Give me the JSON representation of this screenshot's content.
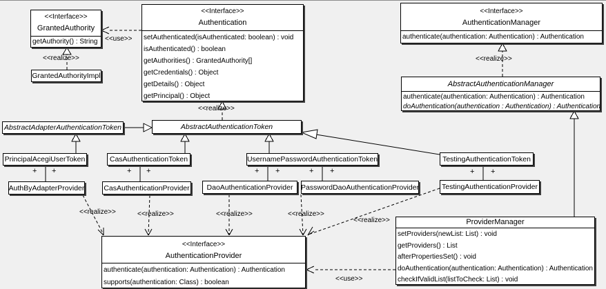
{
  "colors": {
    "background": "#f0f0f0",
    "box_fill": "#ffffff",
    "line": "#000000",
    "box_shadow": "#3e3e3e"
  },
  "connectors": {
    "realize_label": "<<realize>>",
    "use_label": "<<use>>",
    "plus_label": "+"
  },
  "classes": {
    "granted_authority": {
      "stereotype": "<<Interface>>",
      "name": "GrantedAuthority",
      "methods": [
        "getAuthority() : String"
      ]
    },
    "granted_authority_impl": {
      "name": "GrantedAuthorityImpl"
    },
    "authentication": {
      "stereotype": "<<Interface>>",
      "name": "Authentication",
      "methods": [
        "setAuthenticated(isAuthenticated: boolean) : void",
        "isAuthenticated() : boolean",
        "getAuthorities() : GrantedAuthority[]",
        "getCredentials() : Object",
        "getDetails() : Object",
        "getPrincipal() : Object"
      ]
    },
    "authentication_manager": {
      "stereotype": "<<Interface>>",
      "name": "AuthenticationManager",
      "methods": [
        "authenticate(authentication: Authentication) : Authentication"
      ]
    },
    "abstract_authentication_manager": {
      "name": "AbstractAuthenticationManager",
      "methods": [
        "authenticate(authentication: Authentication) : Authentication",
        "doAuthentication(authentication : Authentication) : Authentication"
      ]
    },
    "abstract_adapter_authentication_token": {
      "name": "AbstractAdapterAuthenticationToken"
    },
    "abstract_authentication_token": {
      "name": "AbstractAuthenticationToken"
    },
    "principal_acegi_user_token": {
      "name": "PrincipalAcegiUserToken"
    },
    "cas_authentication_token": {
      "name": "CasAuthenticationToken"
    },
    "username_password_authentication_token": {
      "name": "UsernamePasswordAuthenticationToken"
    },
    "testing_authentication_token": {
      "name": "TestingAuthenticationToken"
    },
    "auth_by_adapter_provider": {
      "name": "AuthByAdapterProvider"
    },
    "cas_authentication_provider": {
      "name": "CasAuthenticationProvider"
    },
    "dao_authentication_provider": {
      "name": "DaoAuthenticationProvider"
    },
    "password_dao_authentication_provider": {
      "name": "PasswordDaoAuthenticationProvider"
    },
    "testing_authentication_provider": {
      "name": "TestingAuthenticationProvider"
    },
    "authentication_provider": {
      "stereotype": "<<Interface>>",
      "name": "AuthenticationProvider",
      "methods": [
        "authenticate(authentication: Authentication) : Authentication",
        "supports(authentication: Class) : boolean"
      ]
    },
    "provider_manager": {
      "name": "ProviderManager",
      "methods": [
        "setProviders(newList: List) : void",
        "getProviders() : List",
        "afterPropertiesSet() : void",
        "doAuthentication(authentication: Authentication) : Authentication",
        "checkIfValidList(listToCheck: List) : void"
      ]
    }
  }
}
